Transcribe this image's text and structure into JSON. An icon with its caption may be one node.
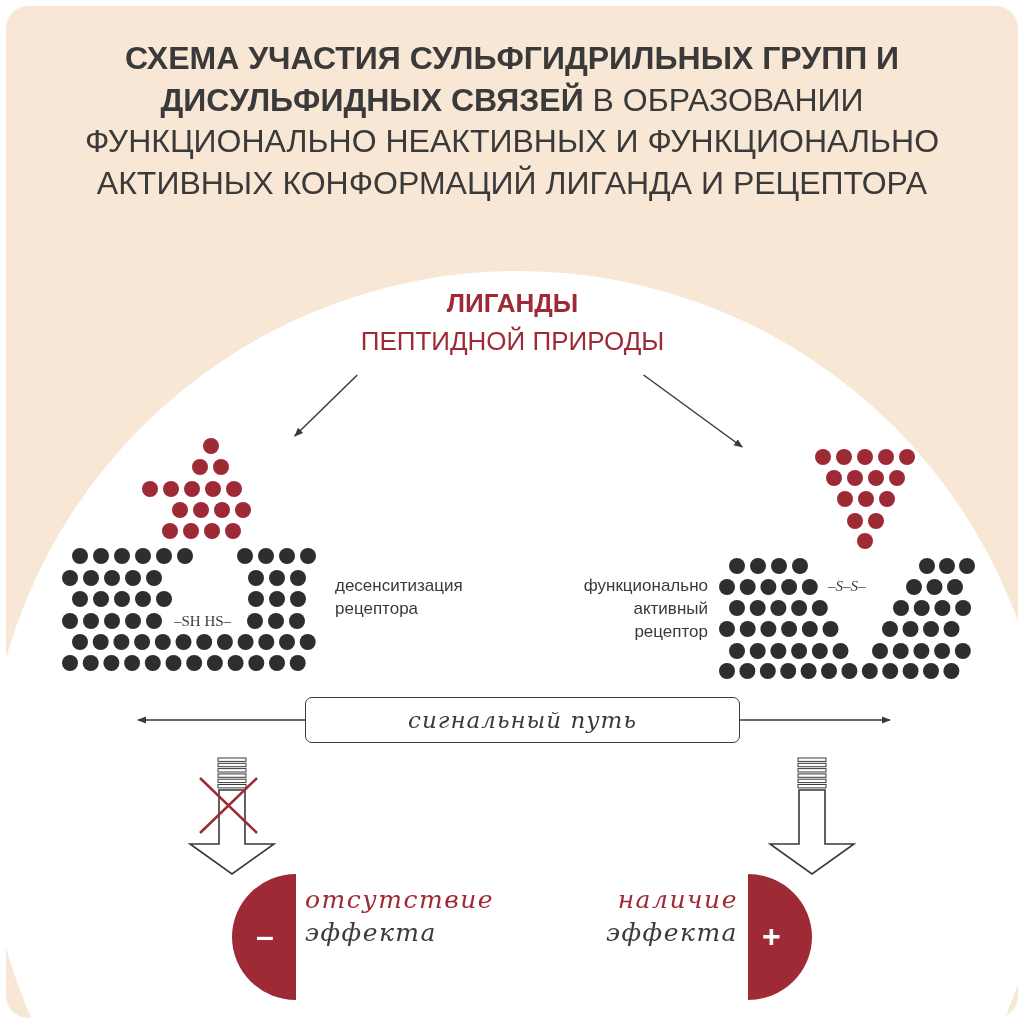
{
  "diagram": {
    "title": "**СХЕМА УЧАСТИЯ СУЛЬФГИДРИЛЬНЫХ ГРУПП И ДИСУЛЬФИДНЫХ СВЯЗЕЙ** В ОБРАЗОВАНИИ ФУНКЦИОНАЛЬНО НЕАКТИВНЫХ И ФУНКЦИОНАЛЬНО АКТИВНЫХ КОНФОРМАЦИЙ ЛИГАНДА И РЕЦЕПТОРА",
    "nodes": [
      {
        "text": [
          "ЛИГАНДЫ",
          "ПЕПТИДНОЙ ПРИРОДЫ"
        ]
      },
      {
        "text": [
          "–SH HS–"
        ],
        "beside": [
          "десенситизация рецептора"
        ]
      },
      {
        "text": [
          "–S–S–"
        ],
        "beside": [
          "функционально активный рецептор"
        ]
      },
      {
        "text": [
          "сигнальный путь"
        ]
      },
      {
        "text": [
          "–"
        ],
        "beside": [
          "отсутствие",
          "эффекта"
        ]
      },
      {
        "text": [
          "+"
        ],
        "beside": [
          "наличие",
          "эффекта"
        ]
      }
    ],
    "edges": [
      {
        "from": 0,
        "to": 1,
        "arrow": "to"
      },
      {
        "from": 0,
        "to": 2,
        "arrow": "to"
      },
      {
        "from": 3,
        "to": null,
        "arrow": "to"
      },
      {
        "from": 3,
        "to": null,
        "arrow": "to"
      },
      {
        "from": null,
        "to": 4,
        "arrow": "to",
        "style": "thick"
      },
      {
        "from": null,
        "to": 5,
        "arrow": "to",
        "style": "thick"
      }
    ]
  }
}
